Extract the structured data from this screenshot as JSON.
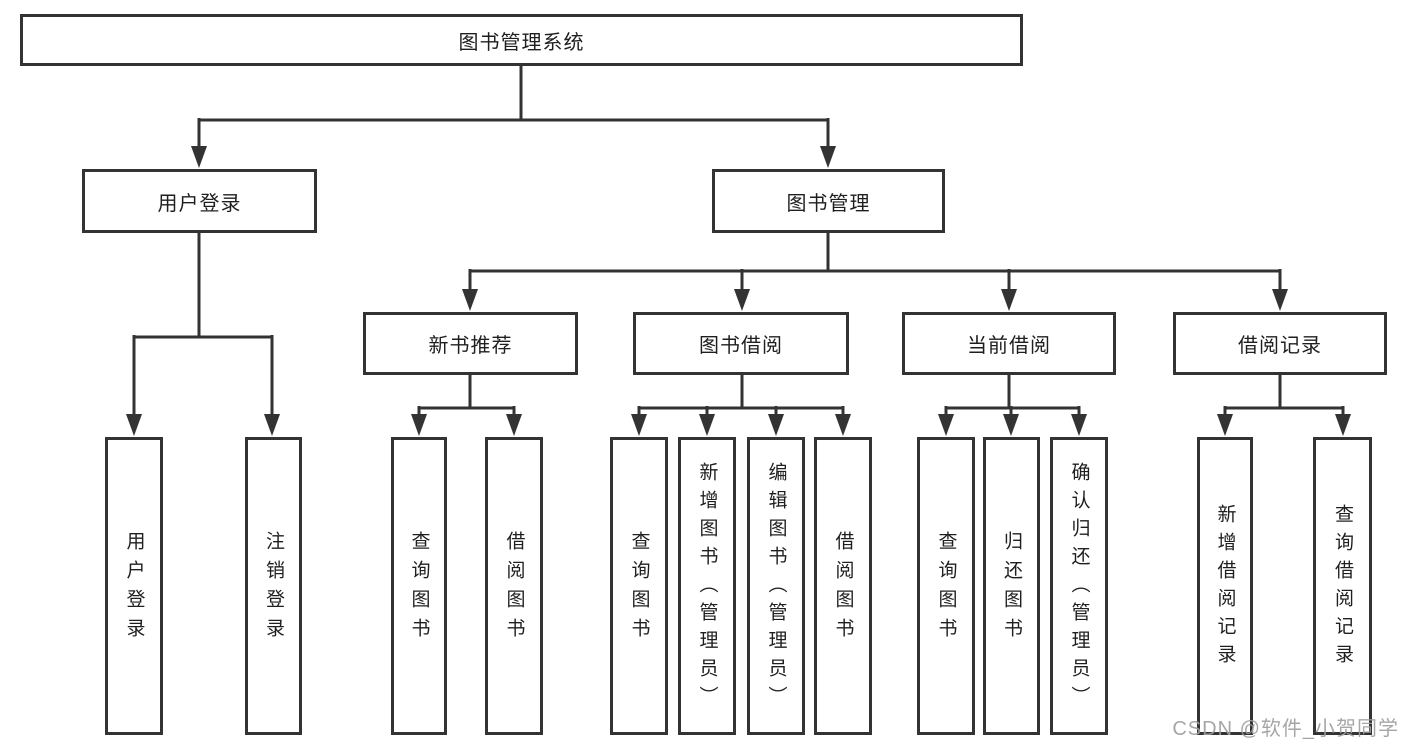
{
  "diagram": {
    "root": {
      "label": "图书管理系统"
    },
    "level2": [
      {
        "label": "用户登录"
      },
      {
        "label": "图书管理"
      }
    ],
    "level3": [
      {
        "label": "新书推荐"
      },
      {
        "label": "图书借阅"
      },
      {
        "label": "当前借阅"
      },
      {
        "label": "借阅记录"
      }
    ],
    "leaves": {
      "user_login": [
        "用户登录",
        "注销登录"
      ],
      "new_book": [
        "查询图书",
        "借阅图书"
      ],
      "book_borrow": [
        "查询图书",
        "新增图书（管理员）",
        "编辑图书（管理员）",
        "借阅图书"
      ],
      "current_borrow": [
        "查询图书",
        "归还图书",
        "确认归还（管理员）"
      ],
      "borrow_record": [
        "新增借阅记录",
        "查询借阅记录"
      ]
    },
    "watermark": "CSDN @软件_小贺同学",
    "colors": {
      "line": "#333333",
      "text": "#1f1f1f",
      "watermark": "#9e9e9e",
      "background": "#ffffff"
    }
  }
}
